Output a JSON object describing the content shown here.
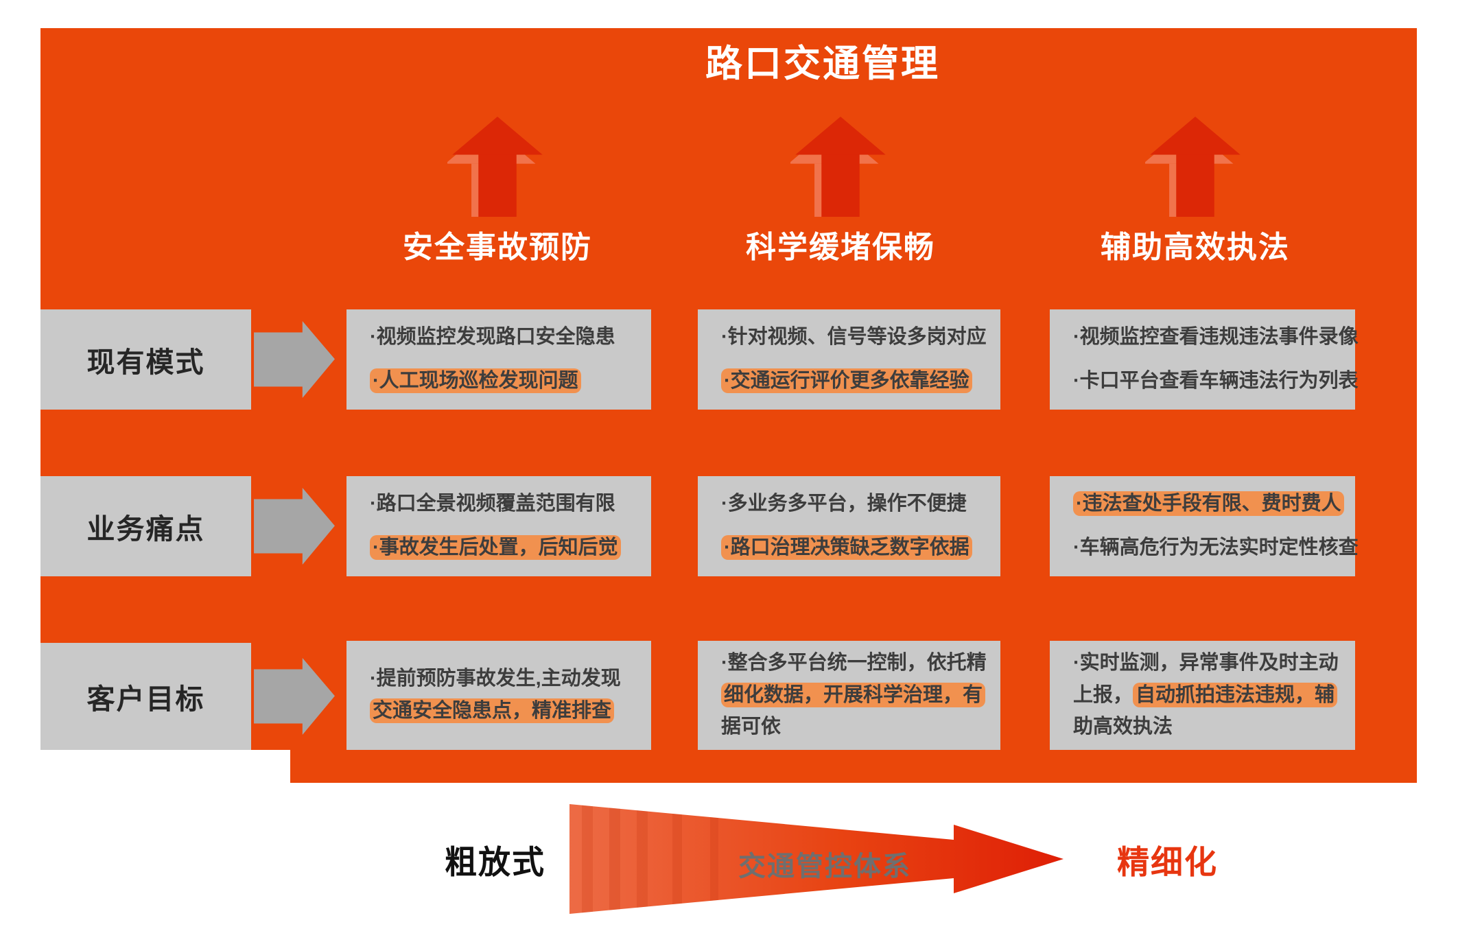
{
  "title": "路口交通管理",
  "columns": [
    {
      "header": "安全事故预防"
    },
    {
      "header": "科学缓堵保畅"
    },
    {
      "header": "辅助高效执法"
    }
  ],
  "rows": [
    {
      "label": "现有模式"
    },
    {
      "label": "业务痛点"
    },
    {
      "label": "客户目标"
    }
  ],
  "cells": [
    [
      {
        "lines": [
          [
            {
              "t": "·视频监控发现路口安全隐患",
              "hl": false
            }
          ],
          [
            {
              "t": "·人工现场巡检发现问题",
              "hl": true
            }
          ]
        ]
      },
      {
        "lines": [
          [
            {
              "t": "·针对视频、信号等设多岗对应",
              "hl": false
            }
          ],
          [
            {
              "t": "·交通运行评价更多依靠经验",
              "hl": true
            }
          ]
        ]
      },
      {
        "lines": [
          [
            {
              "t": "·视频监控查看违规违法事件录像",
              "hl": false
            }
          ],
          [
            {
              "t": "·卡口平台查看车辆违法行为列表",
              "hl": false
            }
          ]
        ]
      }
    ],
    [
      {
        "lines": [
          [
            {
              "t": "·路口全景视频覆盖范围有限",
              "hl": false
            }
          ],
          [
            {
              "t": "·事故发生后处置，后知后觉",
              "hl": true
            }
          ]
        ]
      },
      {
        "lines": [
          [
            {
              "t": "·多业务多平台，操作不便捷",
              "hl": false
            }
          ],
          [
            {
              "t": "·路口治理决策缺乏数字依据",
              "hl": true
            }
          ]
        ]
      },
      {
        "lines": [
          [
            {
              "t": "·违法查处手段有限、费时费人",
              "hl": true
            }
          ],
          [
            {
              "t": "·车辆高危行为无法实时定性核查",
              "hl": false
            }
          ]
        ]
      }
    ],
    [
      {
        "lines": [
          [
            {
              "t": "·提前预防事故发生,主动发现",
              "hl": false
            }
          ],
          [
            {
              "t": "交通安全隐患点，精准排查",
              "hl": true
            }
          ]
        ]
      },
      {
        "lines": [
          [
            {
              "t": "·整合多平台统一控制，依托精",
              "hl": false
            }
          ],
          [
            {
              "t": "细化数据，开展科学治理，有",
              "hl": true
            }
          ],
          [
            {
              "t": "据可依",
              "hl": false
            }
          ]
        ]
      },
      {
        "lines": [
          [
            {
              "t": "·实时监测，异常事件及时主动",
              "hl": false
            }
          ],
          [
            {
              "t": "上报，",
              "hl": false
            },
            {
              "t": "自动抓拍违法违规，辅",
              "hl": true
            }
          ],
          [
            {
              "t": "助高效执法",
              "hl": false
            }
          ]
        ]
      }
    ]
  ],
  "bottom": {
    "left_label": "粗放式",
    "arrow_label": "交通管控体系",
    "right_label": "精细化"
  },
  "colors": {
    "background_orange": "#ea470a",
    "box_gray": "#c9c9c9",
    "highlight_orange": "#f38e49",
    "arrow_red": "#dc2706",
    "arrow_red_light": "#f37e5c",
    "gray_arrow": "#a6a6a6",
    "title_white": "#ffffff",
    "refined_red": "#e73610"
  }
}
